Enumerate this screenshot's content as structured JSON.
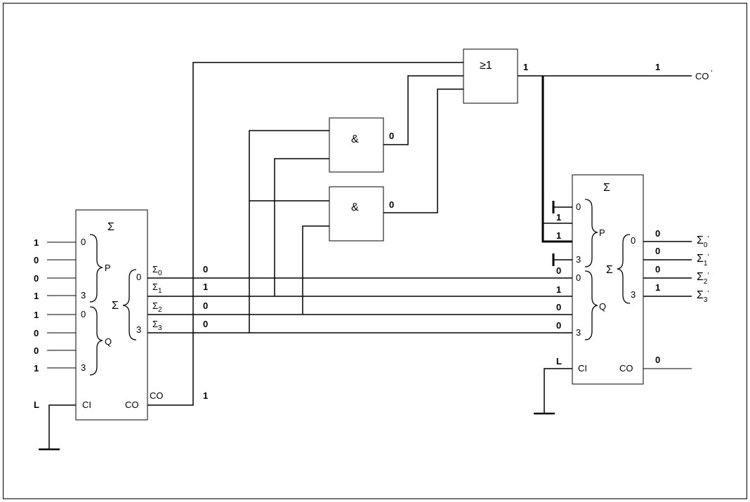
{
  "adder1": {
    "title": "Σ",
    "p_group": "P",
    "q_group": "Q",
    "sum_group": "Σ",
    "pin_0": "0",
    "pin_3": "3",
    "ci_label": "CI",
    "co_label": "CO",
    "inputs_p": [
      "1",
      "0",
      "0",
      "1"
    ],
    "inputs_q": [
      "1",
      "0",
      "0",
      "1"
    ],
    "ci_input": "L",
    "sum_outputs": [
      {
        "base": "Σ",
        "sub": "0",
        "value": "0"
      },
      {
        "base": "Σ",
        "sub": "1",
        "value": "1"
      },
      {
        "base": "Σ",
        "sub": "2",
        "value": "0"
      },
      {
        "base": "Σ",
        "sub": "3",
        "value": "0"
      }
    ],
    "co_out_label": "CO",
    "co_value": "1"
  },
  "and_gate_1": {
    "symbol": "&",
    "output_value": "0"
  },
  "and_gate_2": {
    "symbol": "&",
    "output_value": "0"
  },
  "or_gate": {
    "symbol": "≥1",
    "output_value": "1"
  },
  "co_prime": {
    "value": "1",
    "label": "CO",
    "prime": "'"
  },
  "adder2": {
    "title": "Σ",
    "p_group": "P",
    "q_group": "Q",
    "sum_group": "Σ",
    "pin_0": "0",
    "pin_3": "3",
    "ci_label": "CI",
    "co_label": "CO",
    "p_inputs": [
      "1",
      "1"
    ],
    "q_inputs": [
      "0",
      "1",
      "0",
      "0"
    ],
    "ci_input": "L",
    "co_value": "0",
    "sum_outputs": [
      {
        "base": "Σ",
        "sub": "0",
        "prime": "'",
        "value": "0"
      },
      {
        "base": "Σ",
        "sub": "1",
        "prime": "'",
        "value": "0"
      },
      {
        "base": "Σ",
        "sub": "2",
        "prime": "'",
        "value": "0"
      },
      {
        "base": "Σ",
        "sub": "3",
        "prime": "'",
        "value": "1"
      }
    ]
  }
}
